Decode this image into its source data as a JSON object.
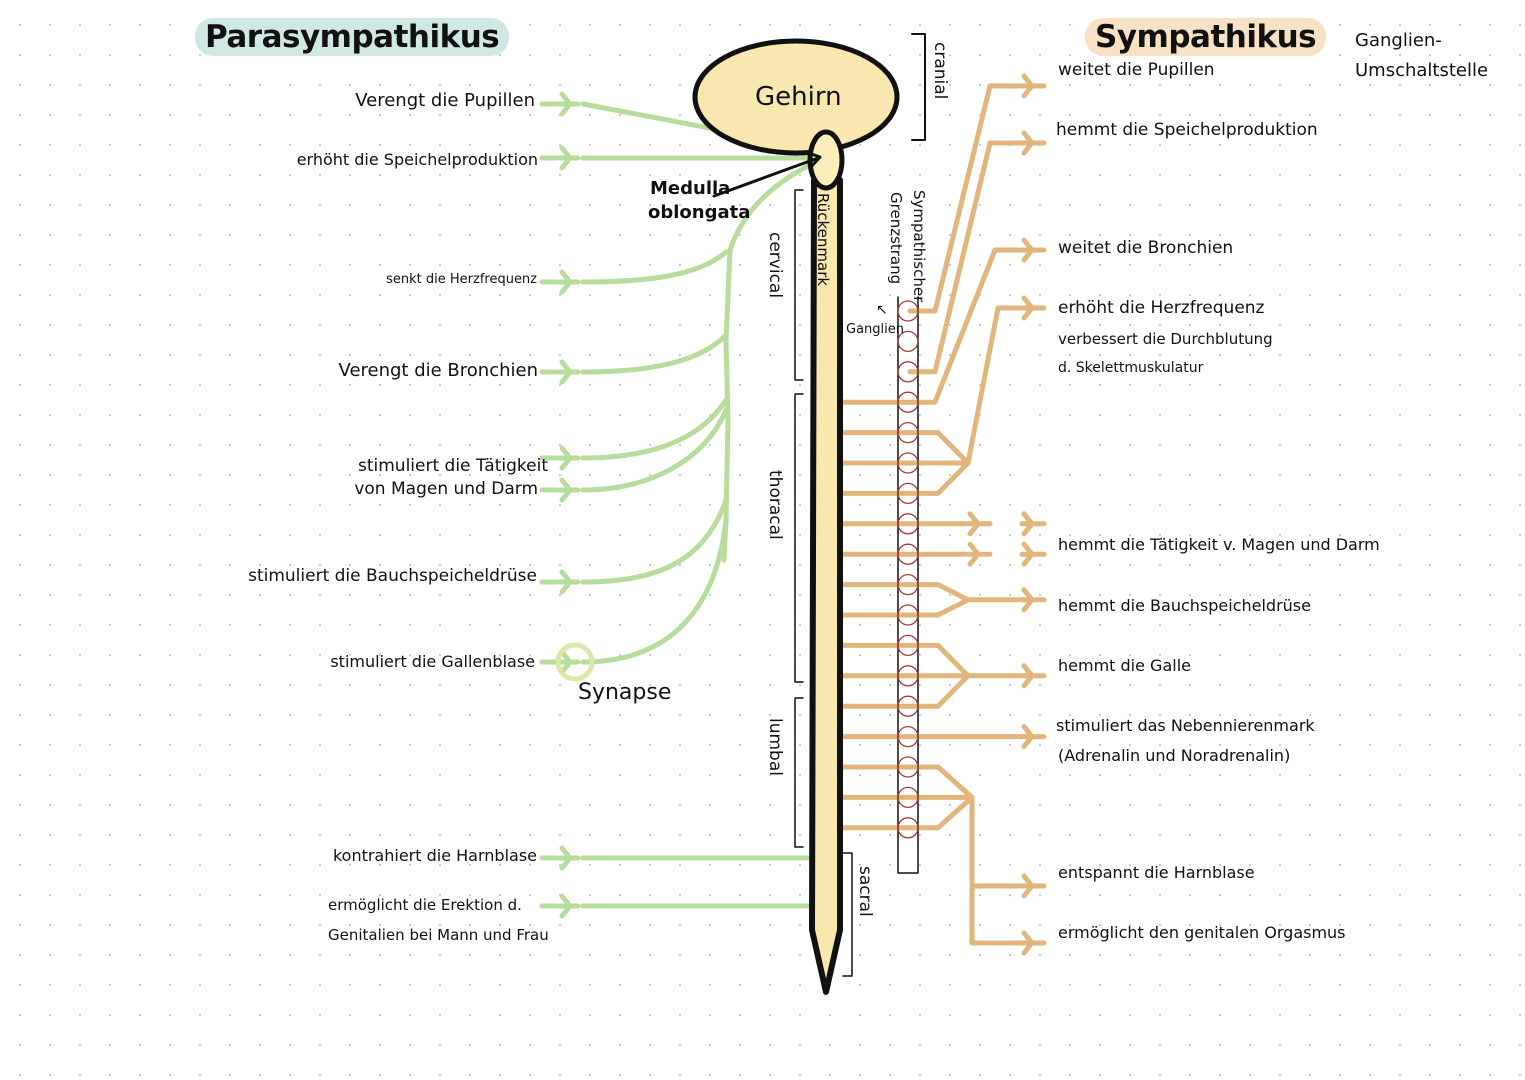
{
  "colors": {
    "parasympathetic": "#b8dc9c",
    "sympathetic": "#e2b57c",
    "brain_fill": "#f9e7b0",
    "outline": "#111111",
    "ganglion": "#a33a2a",
    "title_para_bg": "#cfe8e3",
    "title_sym_bg": "#f8e1c4"
  },
  "titles": {
    "parasympathetic": "Parasympathikus",
    "sympathetic": "Sympathikus",
    "ganglion_note": [
      "Ganglien-",
      "Umschaltstelle"
    ]
  },
  "structures": {
    "brain": "Gehirn",
    "medulla": [
      "Medulla",
      "oblongata"
    ],
    "spinal_cord": "Rückenmark",
    "sympathetic_trunk": [
      "Sympathischer",
      "Grenzstrang"
    ],
    "ganglia": "Ganglien",
    "synapse": "Synapse"
  },
  "regions": [
    "cranial",
    "cervical",
    "thoracal",
    "lumbal",
    "sacral"
  ],
  "parasympathetic_effects": [
    "Verengt die Pupillen",
    "erhöht die Speichelproduktion",
    "senkt die Herzfrequenz",
    "Verengt die Bronchien",
    "stimuliert die Tätigkeit",
    "von Magen und Darm",
    "stimuliert die Bauchspeicheldrüse",
    "stimuliert die Gallenblase",
    "kontrahiert die Harnblase",
    "ermöglicht die Erektion d.",
    "Genitalien bei Mann und Frau"
  ],
  "sympathetic_effects": [
    "weitet die Pupillen",
    "hemmt die Speichelproduktion",
    "weitet die Bronchien",
    "erhöht die Herzfrequenz",
    "verbessert die Durchblutung",
    "d. Skelettmuskulatur",
    "hemmt die Tätigkeit v. Magen und Darm",
    "hemmt die Bauchspeicheldrüse",
    "hemmt die Galle",
    "stimuliert das Nebennierenmark",
    "(Adrenalin und Noradrenalin)",
    "entspannt die Harnblase",
    "ermöglicht den genitalen Orgasmus"
  ]
}
